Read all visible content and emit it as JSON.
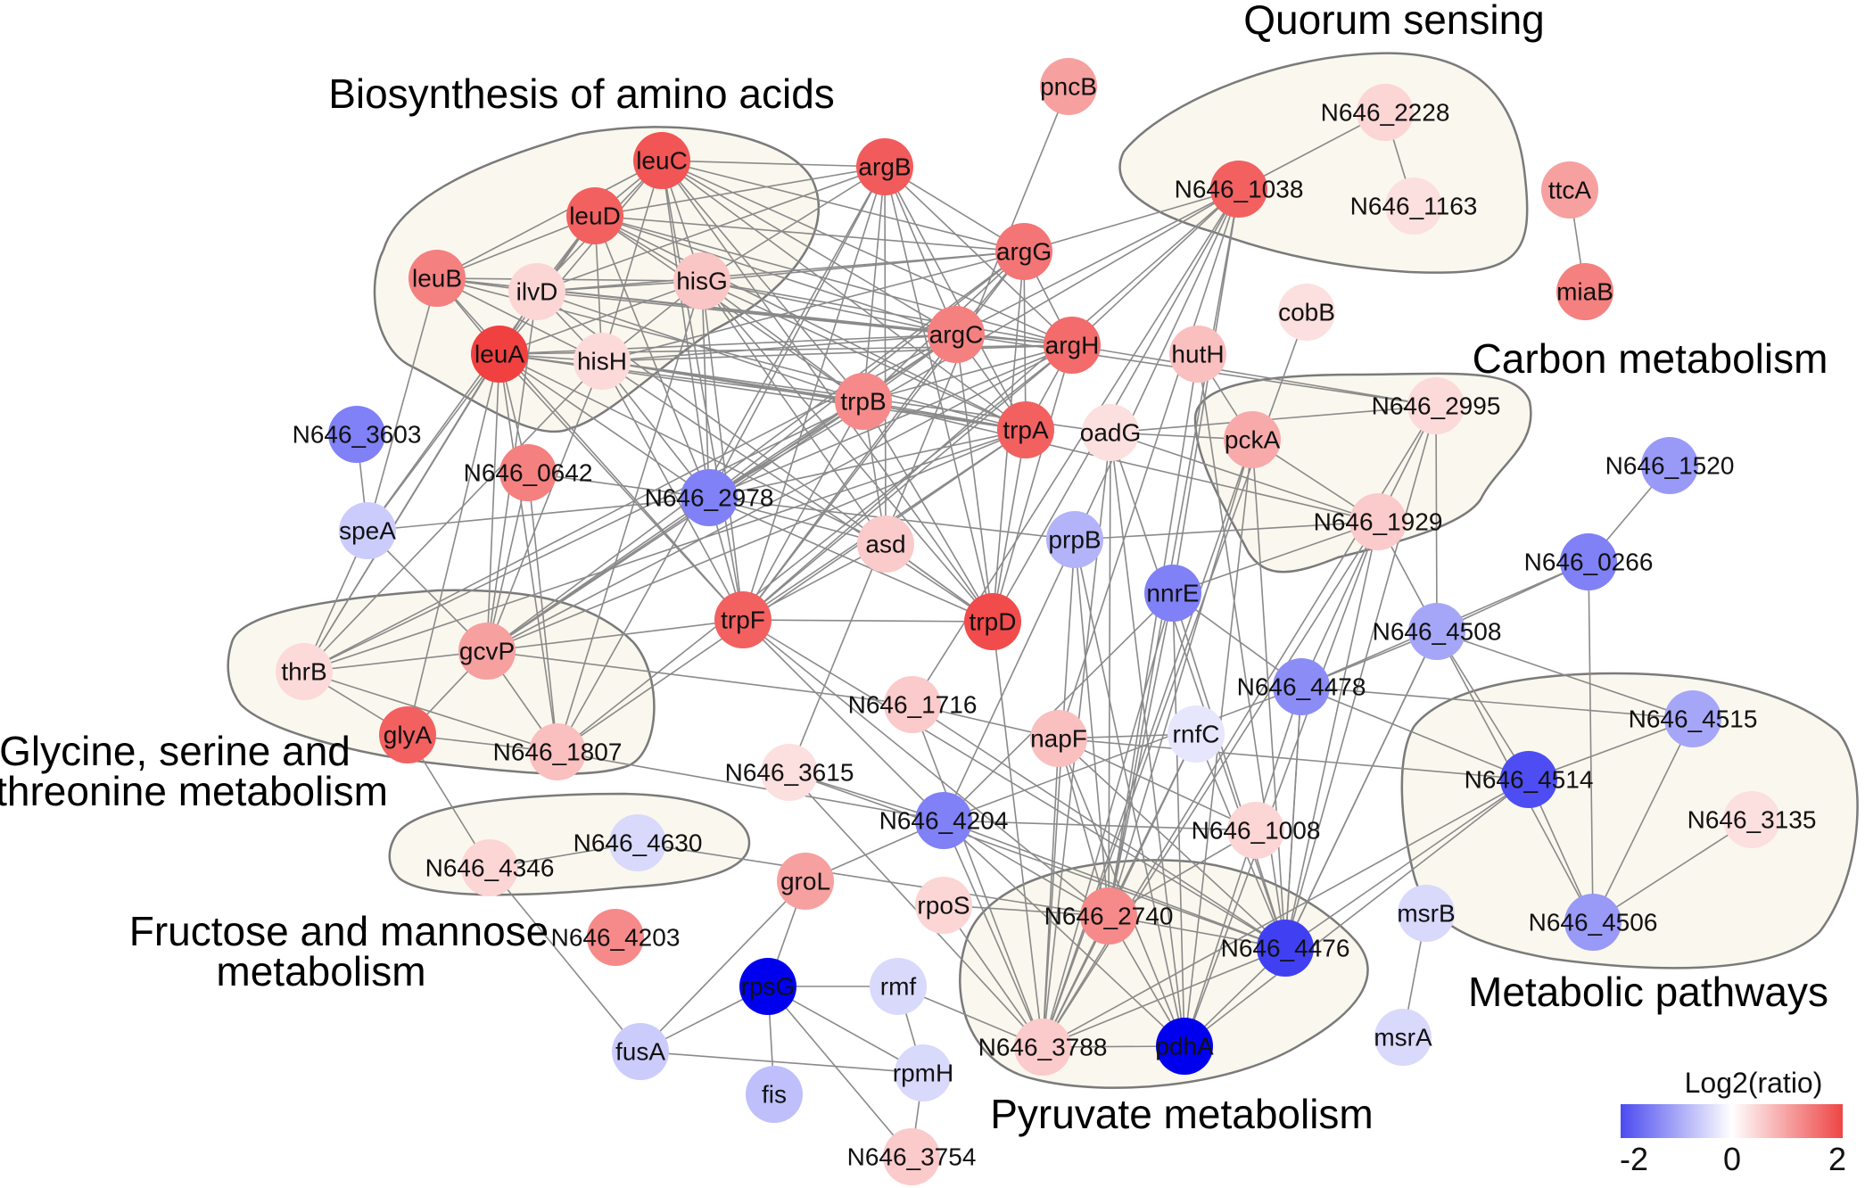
{
  "colors": {
    "low": "#0000ee",
    "mid": "#ffffff",
    "high": "#ee2b2b",
    "hull_fill": "#faf7ee",
    "hull_stroke": "#7a7a7a",
    "edge": "#8a8a8a"
  },
  "groups": {
    "amino": "Biosynthesis of amino acids",
    "quorum": "Quorum sensing",
    "carbon": "Carbon metabolism",
    "glycine_1": "Glycine, serine and",
    "glycine_2": "threonine metabolism",
    "fructose_1": "Fructose and mannose",
    "fructose_2": "metabolism",
    "metabolic": "Metabolic pathways",
    "pyruvate": "Pyruvate metabolism"
  },
  "legend": {
    "title": "Log2(ratio)",
    "min_label": "-2",
    "mid_label": "0",
    "max_label": "2"
  },
  "nodes": [
    {
      "id": "leuC",
      "ratio": 1.6
    },
    {
      "id": "argB",
      "ratio": 1.55
    },
    {
      "id": "pncB",
      "ratio": 0.9
    },
    {
      "id": "leuD",
      "ratio": 1.5
    },
    {
      "id": "leuB",
      "ratio": 1.2
    },
    {
      "id": "ilvD",
      "ratio": 0.4
    },
    {
      "id": "hisG",
      "ratio": 0.55
    },
    {
      "id": "argG",
      "ratio": 1.3
    },
    {
      "id": "leuA",
      "ratio": 1.8
    },
    {
      "id": "hisH",
      "ratio": 0.35
    },
    {
      "id": "argC",
      "ratio": 1.2
    },
    {
      "id": "argH",
      "ratio": 1.4
    },
    {
      "id": "hutH",
      "ratio": 0.6
    },
    {
      "id": "cobB",
      "ratio": 0.3
    },
    {
      "id": "trpB",
      "ratio": 1.1
    },
    {
      "id": "trpA",
      "ratio": 1.5
    },
    {
      "id": "oadG",
      "ratio": 0.3
    },
    {
      "id": "pckA",
      "ratio": 0.8
    },
    {
      "id": "N646_3603",
      "ratio": -1.0
    },
    {
      "id": "N646_0642",
      "ratio": 1.2
    },
    {
      "id": "N646_2978",
      "ratio": -1.0
    },
    {
      "id": "speA",
      "ratio": -0.4
    },
    {
      "id": "asd",
      "ratio": 0.5
    },
    {
      "id": "prpB",
      "ratio": -0.6
    },
    {
      "id": "N646_1929",
      "ratio": 0.5
    },
    {
      "id": "nnrE",
      "ratio": -1.0
    },
    {
      "id": "trpF",
      "ratio": 1.5
    },
    {
      "id": "trpD",
      "ratio": 1.7
    },
    {
      "id": "thrB",
      "ratio": 0.35
    },
    {
      "id": "gcvP",
      "ratio": 0.9
    },
    {
      "id": "glyA",
      "ratio": 1.5
    },
    {
      "id": "N646_1807",
      "ratio": 0.6
    },
    {
      "id": "N646_1716",
      "ratio": 0.5
    },
    {
      "id": "napF",
      "ratio": 0.6
    },
    {
      "id": "rnfC",
      "ratio": -0.2
    },
    {
      "id": "N646_3615",
      "ratio": 0.3
    },
    {
      "id": "N646_4204",
      "ratio": -1.0
    },
    {
      "id": "N646_1008",
      "ratio": 0.4
    },
    {
      "id": "N646_4630",
      "ratio": -0.3
    },
    {
      "id": "N646_4346",
      "ratio": 0.4
    },
    {
      "id": "groL",
      "ratio": 0.9
    },
    {
      "id": "rpoS",
      "ratio": 0.4
    },
    {
      "id": "N646_2740",
      "ratio": 1.1
    },
    {
      "id": "N646_4203",
      "ratio": 1.1
    },
    {
      "id": "N646_4476",
      "ratio": -1.5
    },
    {
      "id": "rpsG",
      "ratio": -2.0
    },
    {
      "id": "rmf",
      "ratio": -0.3
    },
    {
      "id": "fusA",
      "ratio": -0.4
    },
    {
      "id": "rpmH",
      "ratio": -0.3
    },
    {
      "id": "fis",
      "ratio": -0.5
    },
    {
      "id": "N646_3788",
      "ratio": 0.5
    },
    {
      "id": "pdhA",
      "ratio": -2.0
    },
    {
      "id": "N646_3754",
      "ratio": 0.5
    },
    {
      "id": "N646_2228",
      "ratio": 0.4
    },
    {
      "id": "N646_1038",
      "ratio": 1.5
    },
    {
      "id": "N646_1163",
      "ratio": 0.3
    },
    {
      "id": "ttcA",
      "ratio": 0.9
    },
    {
      "id": "miaB",
      "ratio": 1.2
    },
    {
      "id": "N646_2995",
      "ratio": 0.35
    },
    {
      "id": "N646_1520",
      "ratio": -0.8
    },
    {
      "id": "N646_0266",
      "ratio": -1.0
    },
    {
      "id": "N646_4508",
      "ratio": -0.7
    },
    {
      "id": "N646_4478",
      "ratio": -0.9
    },
    {
      "id": "N646_4515",
      "ratio": -0.7
    },
    {
      "id": "N646_4514",
      "ratio": -1.4
    },
    {
      "id": "N646_3135",
      "ratio": 0.3
    },
    {
      "id": "N646_4506",
      "ratio": -0.8
    },
    {
      "id": "msrB",
      "ratio": -0.3
    },
    {
      "id": "msrA",
      "ratio": -0.3
    }
  ],
  "edges": [
    [
      "leuC",
      "leuD"
    ],
    [
      "leuC",
      "leuB"
    ],
    [
      "leuC",
      "ilvD"
    ],
    [
      "leuC",
      "hisG"
    ],
    [
      "leuC",
      "leuA"
    ],
    [
      "leuC",
      "hisH"
    ],
    [
      "leuC",
      "argC"
    ],
    [
      "leuC",
      "argH"
    ],
    [
      "leuC",
      "trpB"
    ],
    [
      "leuC",
      "trpA"
    ],
    [
      "leuC",
      "argG"
    ],
    [
      "leuC",
      "argB"
    ],
    [
      "leuC",
      "trpF"
    ],
    [
      "leuC",
      "trpD"
    ],
    [
      "leuC",
      "N646_2978"
    ],
    [
      "leuD",
      "leuB"
    ],
    [
      "leuD",
      "ilvD"
    ],
    [
      "leuD",
      "leuA"
    ],
    [
      "leuD",
      "hisG"
    ],
    [
      "leuD",
      "hisH"
    ],
    [
      "leuD",
      "argC"
    ],
    [
      "leuD",
      "argH"
    ],
    [
      "leuD",
      "trpB"
    ],
    [
      "leuD",
      "trpA"
    ],
    [
      "leuD",
      "N646_2978"
    ],
    [
      "leuD",
      "argB"
    ],
    [
      "leuD",
      "argG"
    ],
    [
      "leuB",
      "ilvD"
    ],
    [
      "leuB",
      "leuA"
    ],
    [
      "leuB",
      "hisG"
    ],
    [
      "leuB",
      "hisH"
    ],
    [
      "leuB",
      "argC"
    ],
    [
      "leuB",
      "argH"
    ],
    [
      "leuB",
      "trpA"
    ],
    [
      "leuB",
      "speA"
    ],
    [
      "leuB",
      "trpF"
    ],
    [
      "ilvD",
      "hisG"
    ],
    [
      "ilvD",
      "leuA"
    ],
    [
      "ilvD",
      "hisH"
    ],
    [
      "ilvD",
      "argC"
    ],
    [
      "ilvD",
      "trpB"
    ],
    [
      "ilvD",
      "trpD"
    ],
    [
      "ilvD",
      "gcvP"
    ],
    [
      "ilvD",
      "thrB"
    ],
    [
      "ilvD",
      "argG"
    ],
    [
      "ilvD",
      "argB"
    ],
    [
      "hisG",
      "hisH"
    ],
    [
      "hisG",
      "leuA"
    ],
    [
      "hisG",
      "argC"
    ],
    [
      "hisG",
      "argH"
    ],
    [
      "hisG",
      "trpB"
    ],
    [
      "hisG",
      "trpA"
    ],
    [
      "hisG",
      "N646_2978"
    ],
    [
      "hisG",
      "asd"
    ],
    [
      "hisG",
      "argB"
    ],
    [
      "hisG",
      "argG"
    ],
    [
      "hisG",
      "trpF"
    ],
    [
      "hisG",
      "trpD"
    ],
    [
      "hisG",
      "N646_1807"
    ],
    [
      "leuA",
      "hisH"
    ],
    [
      "leuA",
      "argC"
    ],
    [
      "leuA",
      "argH"
    ],
    [
      "leuA",
      "trpB"
    ],
    [
      "leuA",
      "trpA"
    ],
    [
      "leuA",
      "N646_0642"
    ],
    [
      "leuA",
      "N646_2978"
    ],
    [
      "leuA",
      "speA"
    ],
    [
      "leuA",
      "thrB"
    ],
    [
      "leuA",
      "gcvP"
    ],
    [
      "leuA",
      "N646_1807"
    ],
    [
      "leuA",
      "asd"
    ],
    [
      "leuA",
      "trpF"
    ],
    [
      "leuA",
      "glyA"
    ],
    [
      "hisH",
      "argC"
    ],
    [
      "hisH",
      "argH"
    ],
    [
      "hisH",
      "trpB"
    ],
    [
      "hisH",
      "trpA"
    ],
    [
      "hisH",
      "N646_2978"
    ],
    [
      "hisH",
      "trpF"
    ],
    [
      "hisH",
      "argG"
    ],
    [
      "hisH",
      "trpD"
    ],
    [
      "hisH",
      "oadG"
    ],
    [
      "hisH",
      "gcvP"
    ],
    [
      "hisH",
      "thrB"
    ],
    [
      "argB",
      "argG"
    ],
    [
      "argB",
      "argC"
    ],
    [
      "argB",
      "argH"
    ],
    [
      "argB",
      "trpB"
    ],
    [
      "argB",
      "trpA"
    ],
    [
      "argB",
      "trpF"
    ],
    [
      "argB",
      "trpD"
    ],
    [
      "argB",
      "asd"
    ],
    [
      "argB",
      "N646_2978"
    ],
    [
      "argB",
      "N646_1807"
    ],
    [
      "argG",
      "argC"
    ],
    [
      "argG",
      "argH"
    ],
    [
      "argG",
      "trpB"
    ],
    [
      "argG",
      "trpA"
    ],
    [
      "argG",
      "trpF"
    ],
    [
      "argG",
      "trpD"
    ],
    [
      "argG",
      "N646_1038"
    ],
    [
      "argG",
      "N646_2978"
    ],
    [
      "argG",
      "gcvP"
    ],
    [
      "argC",
      "argH"
    ],
    [
      "argC",
      "trpB"
    ],
    [
      "argC",
      "trpA"
    ],
    [
      "argC",
      "trpF"
    ],
    [
      "argC",
      "trpD"
    ],
    [
      "argC",
      "N646_2978"
    ],
    [
      "argC",
      "N646_1038"
    ],
    [
      "argC",
      "gcvP"
    ],
    [
      "argC",
      "thrB"
    ],
    [
      "argC",
      "N646_2995"
    ],
    [
      "argH",
      "trpB"
    ],
    [
      "argH",
      "trpA"
    ],
    [
      "argH",
      "trpF"
    ],
    [
      "argH",
      "trpD"
    ],
    [
      "argH",
      "N646_2978"
    ],
    [
      "argH",
      "N646_1038"
    ],
    [
      "argH",
      "N646_2995"
    ],
    [
      "argH",
      "gcvP"
    ],
    [
      "argH",
      "N646_1807"
    ],
    [
      "trpB",
      "trpA"
    ],
    [
      "trpB",
      "trpF"
    ],
    [
      "trpB",
      "trpD"
    ],
    [
      "trpB",
      "N646_2978"
    ],
    [
      "trpB",
      "asd"
    ],
    [
      "trpB",
      "gcvP"
    ],
    [
      "trpB",
      "thrB"
    ],
    [
      "trpB",
      "N646_1929"
    ],
    [
      "trpA",
      "trpF"
    ],
    [
      "trpA",
      "trpD"
    ],
    [
      "trpA",
      "N646_2978"
    ],
    [
      "trpA",
      "gcvP"
    ],
    [
      "trpA",
      "N646_1807"
    ],
    [
      "trpA",
      "thrB"
    ],
    [
      "trpF",
      "trpD"
    ],
    [
      "trpF",
      "N646_2978"
    ],
    [
      "trpF",
      "asd"
    ],
    [
      "trpF",
      "N646_1038"
    ],
    [
      "trpF",
      "gcvP"
    ],
    [
      "trpF",
      "N646_4204"
    ],
    [
      "trpF",
      "N646_2740"
    ],
    [
      "trpF",
      "N646_4476"
    ],
    [
      "trpD",
      "N646_2978"
    ],
    [
      "trpD",
      "asd"
    ],
    [
      "trpD",
      "N646_1038"
    ],
    [
      "trpD",
      "N646_3788"
    ],
    [
      "N646_2978",
      "N646_0642"
    ],
    [
      "N646_2978",
      "asd"
    ],
    [
      "N646_2978",
      "prpB"
    ],
    [
      "N646_2978",
      "speA"
    ],
    [
      "N646_2978",
      "gcvP"
    ],
    [
      "N646_2978",
      "N646_1038"
    ],
    [
      "pncB",
      "N646_3615"
    ],
    [
      "N646_3603",
      "speA"
    ],
    [
      "speA",
      "thrB"
    ],
    [
      "speA",
      "gcvP"
    ],
    [
      "speA",
      "leuD"
    ],
    [
      "thrB",
      "gcvP"
    ],
    [
      "thrB",
      "glyA"
    ],
    [
      "thrB",
      "N646_1807"
    ],
    [
      "gcvP",
      "glyA"
    ],
    [
      "gcvP",
      "N646_1807"
    ],
    [
      "gcvP",
      "N646_1716"
    ],
    [
      "glyA",
      "N646_4346"
    ],
    [
      "glyA",
      "N646_1807"
    ],
    [
      "N646_0642",
      "gcvP"
    ],
    [
      "N646_0642",
      "N646_1807"
    ],
    [
      "N646_1807",
      "N646_4204"
    ],
    [
      "N646_1038",
      "nnrE"
    ],
    [
      "N646_1038",
      "napF"
    ],
    [
      "N646_1038",
      "N646_1716"
    ],
    [
      "N646_1038",
      "N646_4204"
    ],
    [
      "N646_1038",
      "N646_2740"
    ],
    [
      "N646_1038",
      "N646_2228"
    ],
    [
      "N646_2228",
      "N646_1163"
    ],
    [
      "ttcA",
      "miaB"
    ],
    [
      "hutH",
      "N646_2740"
    ],
    [
      "hutH",
      "N646_4476"
    ],
    [
      "hutH",
      "pckA"
    ],
    [
      "cobB",
      "N646_3788"
    ],
    [
      "oadG",
      "pckA"
    ],
    [
      "oadG",
      "N646_3788"
    ],
    [
      "oadG",
      "pdhA"
    ],
    [
      "oadG",
      "N646_2740"
    ],
    [
      "oadG",
      "N646_4476"
    ],
    [
      "oadG",
      "N646_2995"
    ],
    [
      "oadG",
      "N646_1929"
    ],
    [
      "pckA",
      "N646_1929"
    ],
    [
      "pckA",
      "N646_3788"
    ],
    [
      "pckA",
      "pdhA"
    ],
    [
      "pckA",
      "N646_4476"
    ],
    [
      "pckA",
      "N646_2740"
    ],
    [
      "N646_2995",
      "N646_1929"
    ],
    [
      "N646_2995",
      "N646_4508"
    ],
    [
      "N646_2995",
      "N646_4476"
    ],
    [
      "N646_2995",
      "N646_3788"
    ],
    [
      "N646_1929",
      "nnrE"
    ],
    [
      "N646_1929",
      "N646_4478"
    ],
    [
      "N646_1929",
      "N646_4476"
    ],
    [
      "N646_1929",
      "pdhA"
    ],
    [
      "N646_1929",
      "N646_3788"
    ],
    [
      "N646_1929",
      "N646_4508"
    ],
    [
      "prpB",
      "N646_3788"
    ],
    [
      "prpB",
      "N646_2740"
    ],
    [
      "prpB",
      "pdhA"
    ],
    [
      "prpB",
      "N646_1929"
    ],
    [
      "nnrE",
      "N646_4204"
    ],
    [
      "nnrE",
      "N646_3788"
    ],
    [
      "nnrE",
      "pdhA"
    ],
    [
      "nnrE",
      "N646_4476"
    ],
    [
      "nnrE",
      "N646_4478"
    ],
    [
      "nnrE",
      "N646_2740"
    ],
    [
      "N646_1716",
      "napF"
    ],
    [
      "N646_1716",
      "N646_3788"
    ],
    [
      "N646_1716",
      "N646_4476"
    ],
    [
      "napF",
      "rnfC"
    ],
    [
      "napF",
      "N646_3788"
    ],
    [
      "napF",
      "pdhA"
    ],
    [
      "napF",
      "N646_4476"
    ],
    [
      "napF",
      "N646_1008"
    ],
    [
      "napF",
      "N646_2740"
    ],
    [
      "napF",
      "N646_4514"
    ],
    [
      "rnfC",
      "N646_2740"
    ],
    [
      "rnfC",
      "N646_4476"
    ],
    [
      "rnfC",
      "N646_3788"
    ],
    [
      "N646_3615",
      "N646_4204"
    ],
    [
      "N646_3615",
      "N646_4476"
    ],
    [
      "N646_3615",
      "N646_3788"
    ],
    [
      "N646_4204",
      "N646_3788"
    ],
    [
      "N646_4204",
      "N646_2740"
    ],
    [
      "N646_4204",
      "pdhA"
    ],
    [
      "N646_4204",
      "N646_4476"
    ],
    [
      "N646_4204",
      "groL"
    ],
    [
      "N646_4204",
      "N646_4478"
    ],
    [
      "N646_4204",
      "N646_1008"
    ],
    [
      "N646_4630",
      "N646_2740"
    ],
    [
      "N646_4346",
      "N646_4630"
    ],
    [
      "N646_4346",
      "fusA"
    ],
    [
      "groL",
      "rpsG"
    ],
    [
      "groL",
      "fusA"
    ],
    [
      "rpoS",
      "N646_3788"
    ],
    [
      "rpoS",
      "N646_2740"
    ],
    [
      "N646_2740",
      "N646_3788"
    ],
    [
      "N646_2740",
      "pdhA"
    ],
    [
      "N646_2740",
      "N646_4476"
    ],
    [
      "N646_2740",
      "N646_1008"
    ],
    [
      "N646_4476",
      "N646_3788"
    ],
    [
      "N646_4476",
      "pdhA"
    ],
    [
      "N646_4476",
      "N646_4478"
    ],
    [
      "N646_4476",
      "N646_4514"
    ],
    [
      "N646_4476",
      "N646_4508"
    ],
    [
      "N646_3788",
      "pdhA"
    ],
    [
      "N646_3788",
      "N646_4514"
    ],
    [
      "rpsG",
      "rmf"
    ],
    [
      "rpsG",
      "fusA"
    ],
    [
      "rpsG",
      "rpmH"
    ],
    [
      "rpsG",
      "fis"
    ],
    [
      "rpsG",
      "N646_3754"
    ],
    [
      "rmf",
      "rpmH"
    ],
    [
      "rmf",
      "N646_3788"
    ],
    [
      "fusA",
      "rpmH"
    ],
    [
      "rpmH",
      "N646_3754"
    ],
    [
      "N646_1520",
      "N646_0266"
    ],
    [
      "N646_0266",
      "N646_4508"
    ],
    [
      "N646_0266",
      "N646_4478"
    ],
    [
      "N646_0266",
      "N646_4506"
    ],
    [
      "N646_4508",
      "N646_4478"
    ],
    [
      "N646_4508",
      "N646_4515"
    ],
    [
      "N646_4508",
      "N646_4514"
    ],
    [
      "N646_4508",
      "N646_4506"
    ],
    [
      "N646_4508",
      "N646_4476"
    ],
    [
      "N646_4478",
      "N646_4515"
    ],
    [
      "N646_4478",
      "N646_4514"
    ],
    [
      "N646_4478",
      "N646_4476"
    ],
    [
      "N646_4478",
      "pdhA"
    ],
    [
      "N646_4515",
      "N646_4514"
    ],
    [
      "N646_4515",
      "N646_4506"
    ],
    [
      "N646_4514",
      "N646_4506"
    ],
    [
      "N646_4514",
      "pdhA"
    ],
    [
      "N646_4506",
      "N646_3135"
    ],
    [
      "msrB",
      "msrA"
    ]
  ]
}
